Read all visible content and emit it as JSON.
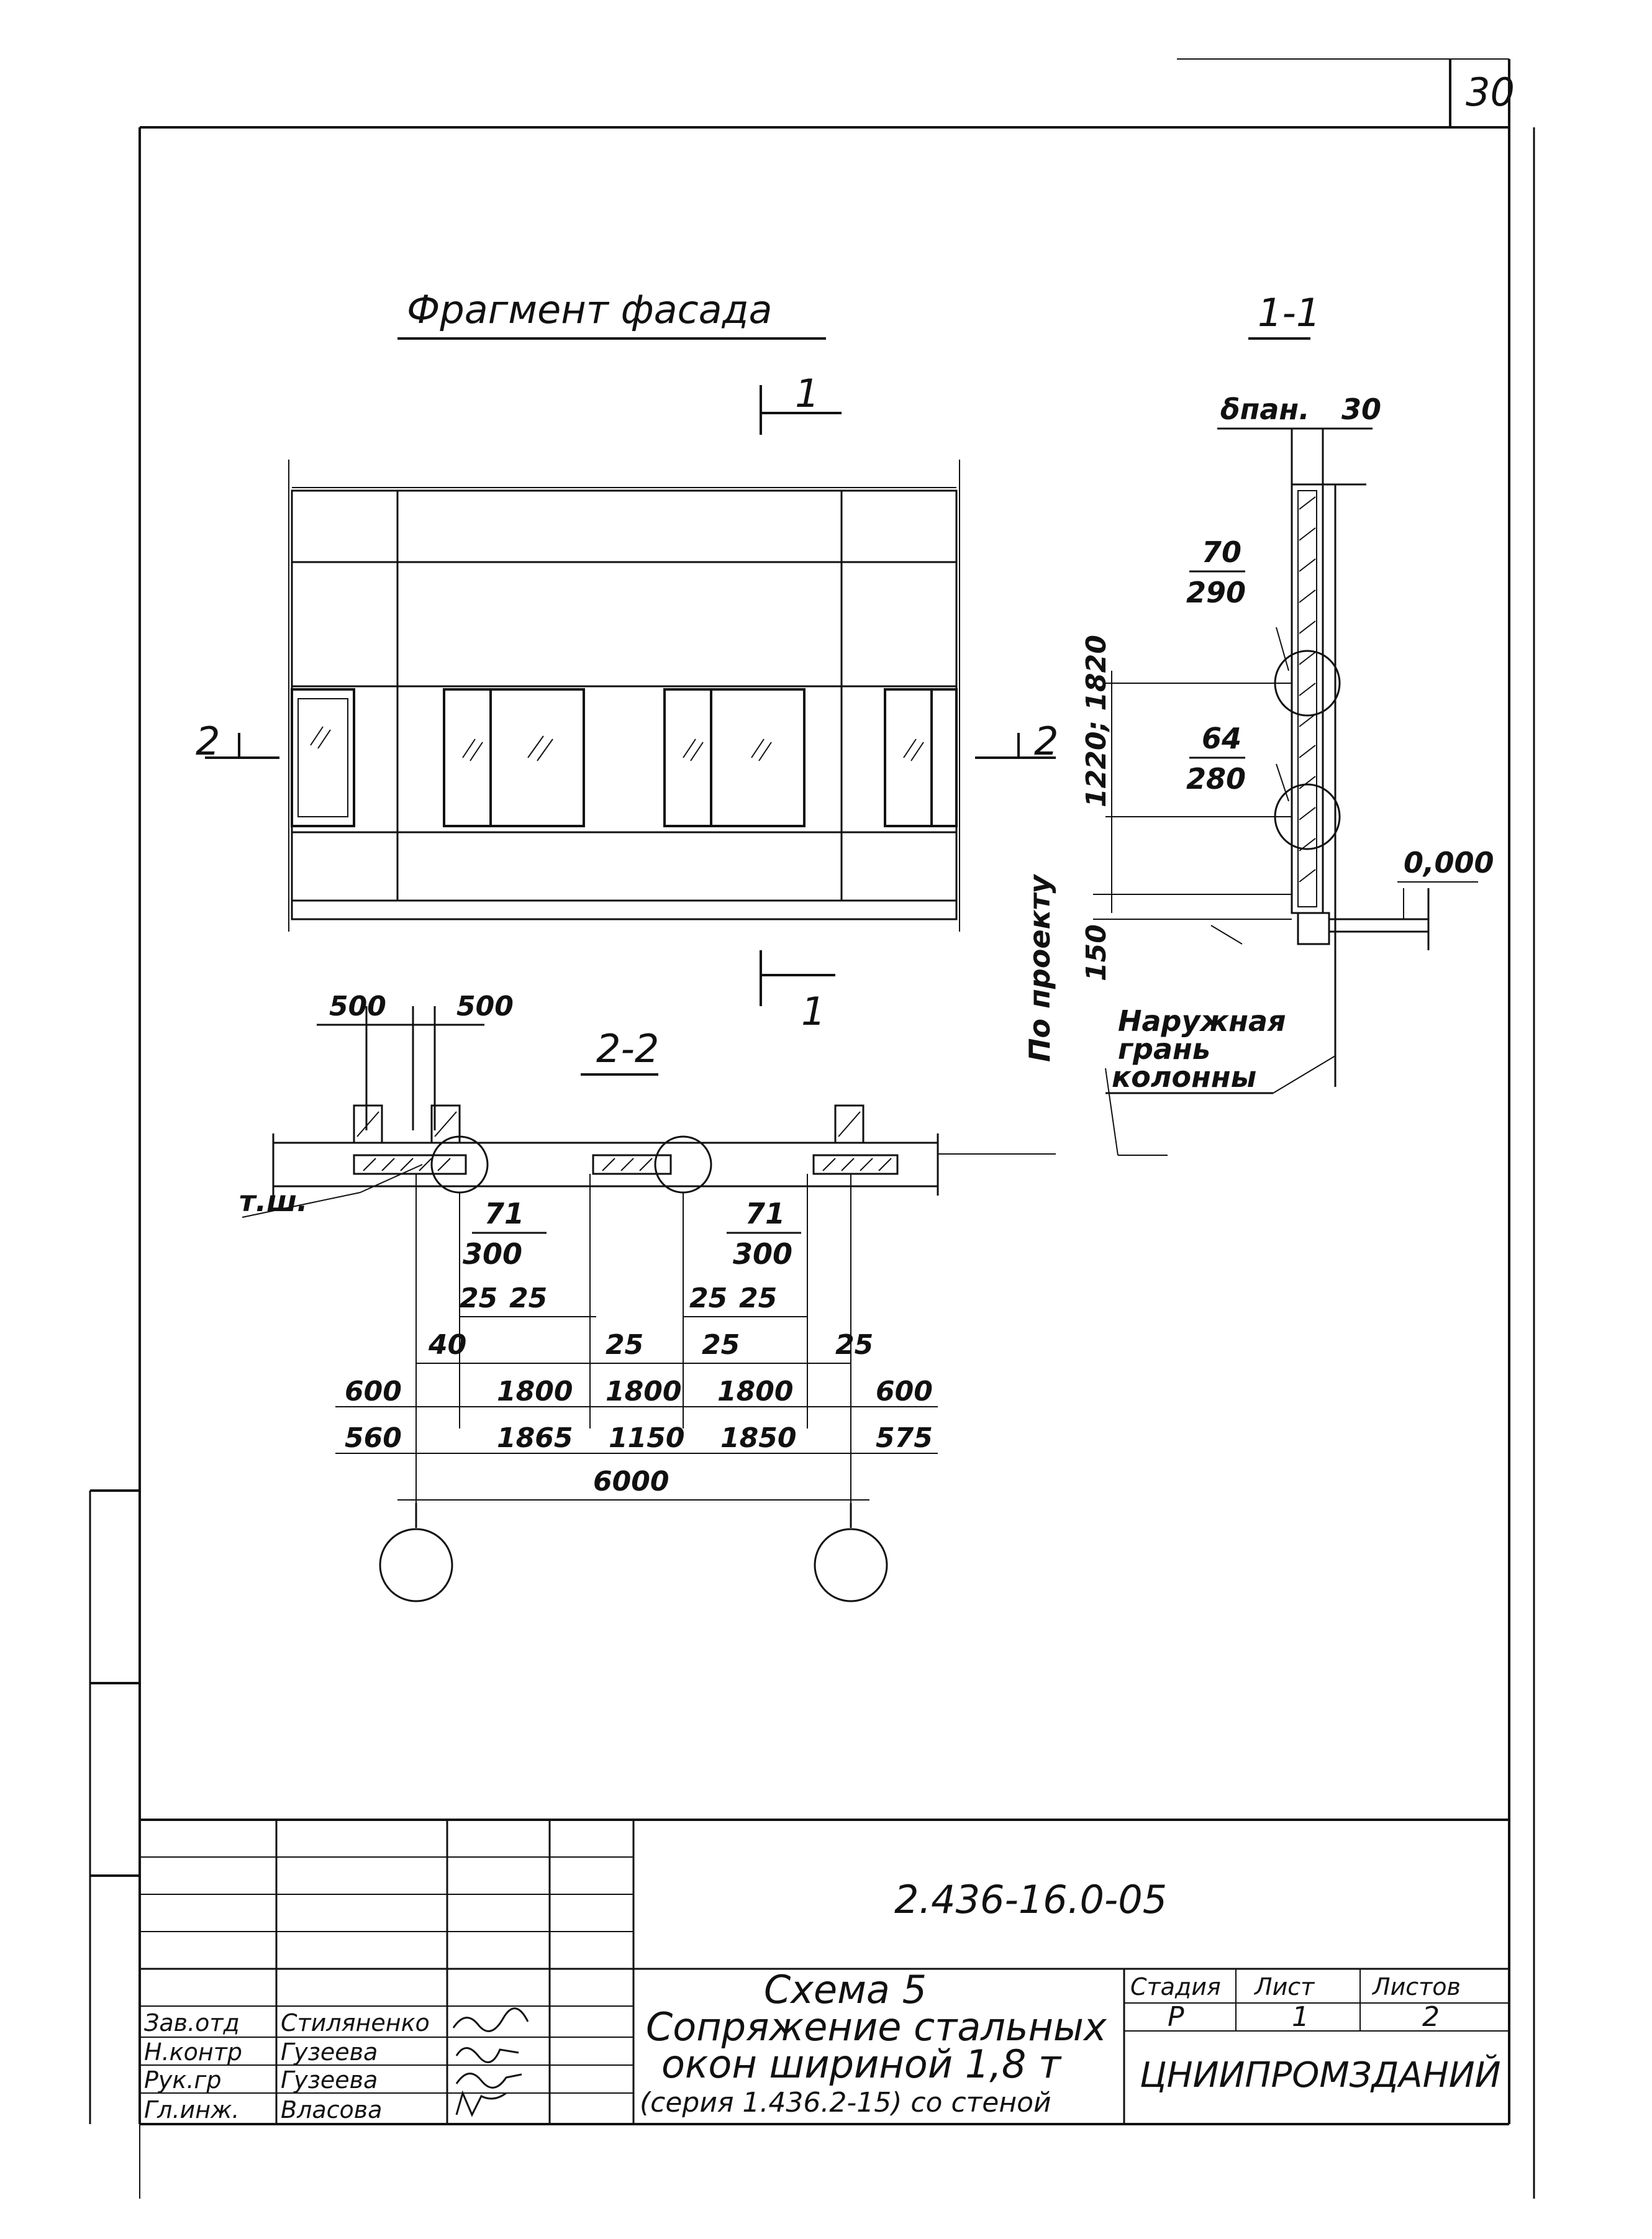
{
  "sheet_number": "30",
  "facade": {
    "title": "Фрагмент фасада",
    "cut_1_top": "1",
    "cut_1_bottom": "1",
    "cut_2_left": "2",
    "cut_2_right": "2"
  },
  "section_1_1": {
    "title": "1-1",
    "label_bpan": "δпан.",
    "label_30": "30",
    "node_a_top": "70",
    "node_a_bottom": "290",
    "node_b_top": "64",
    "node_b_bottom": "280",
    "level": "0,000",
    "height_dim": "1220; 1820",
    "dim_150": "150",
    "note_po_proektu": "По проекту",
    "note_outer_1": "Наружная",
    "note_outer_2": "грань",
    "note_outer_3": "колонны"
  },
  "section_2_2": {
    "title": "2-2",
    "dim_500_left": "500",
    "dim_500_right": "500",
    "label_tsh": "т.ш.",
    "node_a_top": "71",
    "node_a_bottom": "300",
    "node_b_top": "71",
    "node_b_bottom": "300",
    "dim_25a": "25",
    "dim_25b": "25",
    "dim_25c": "25",
    "dim_25d": "25",
    "dim_40": "40",
    "dim_25e": "25",
    "dim_25f": "25",
    "dim_25g": "25",
    "row1": [
      "600",
      "1800",
      "1800",
      "1800",
      "600"
    ],
    "row2": [
      "560",
      "1865",
      "1150",
      "1850",
      "575"
    ],
    "total": "6000"
  },
  "title_block": {
    "code": "2.436-16.0-05",
    "desc_1": "Схема 5",
    "desc_2": "Сопряжение стальных",
    "desc_3": "окон шириной 1,8 т",
    "desc_4": "(серия 1.436.2-15) со стеной",
    "stage_label": "Стадия",
    "sheet_label": "Лист",
    "sheets_label": "Листов",
    "stage_value": "Р",
    "sheet_value": "1",
    "sheets_value": "2",
    "org": "ЦНИИПРОМЗДАНИЙ",
    "roles": [
      "Зав.отд",
      "Н.контр",
      "Рук.гр",
      "Гл.инж."
    ],
    "names": [
      "Стиляненко",
      "Гузеева",
      "Гузеева",
      "Власова"
    ]
  }
}
